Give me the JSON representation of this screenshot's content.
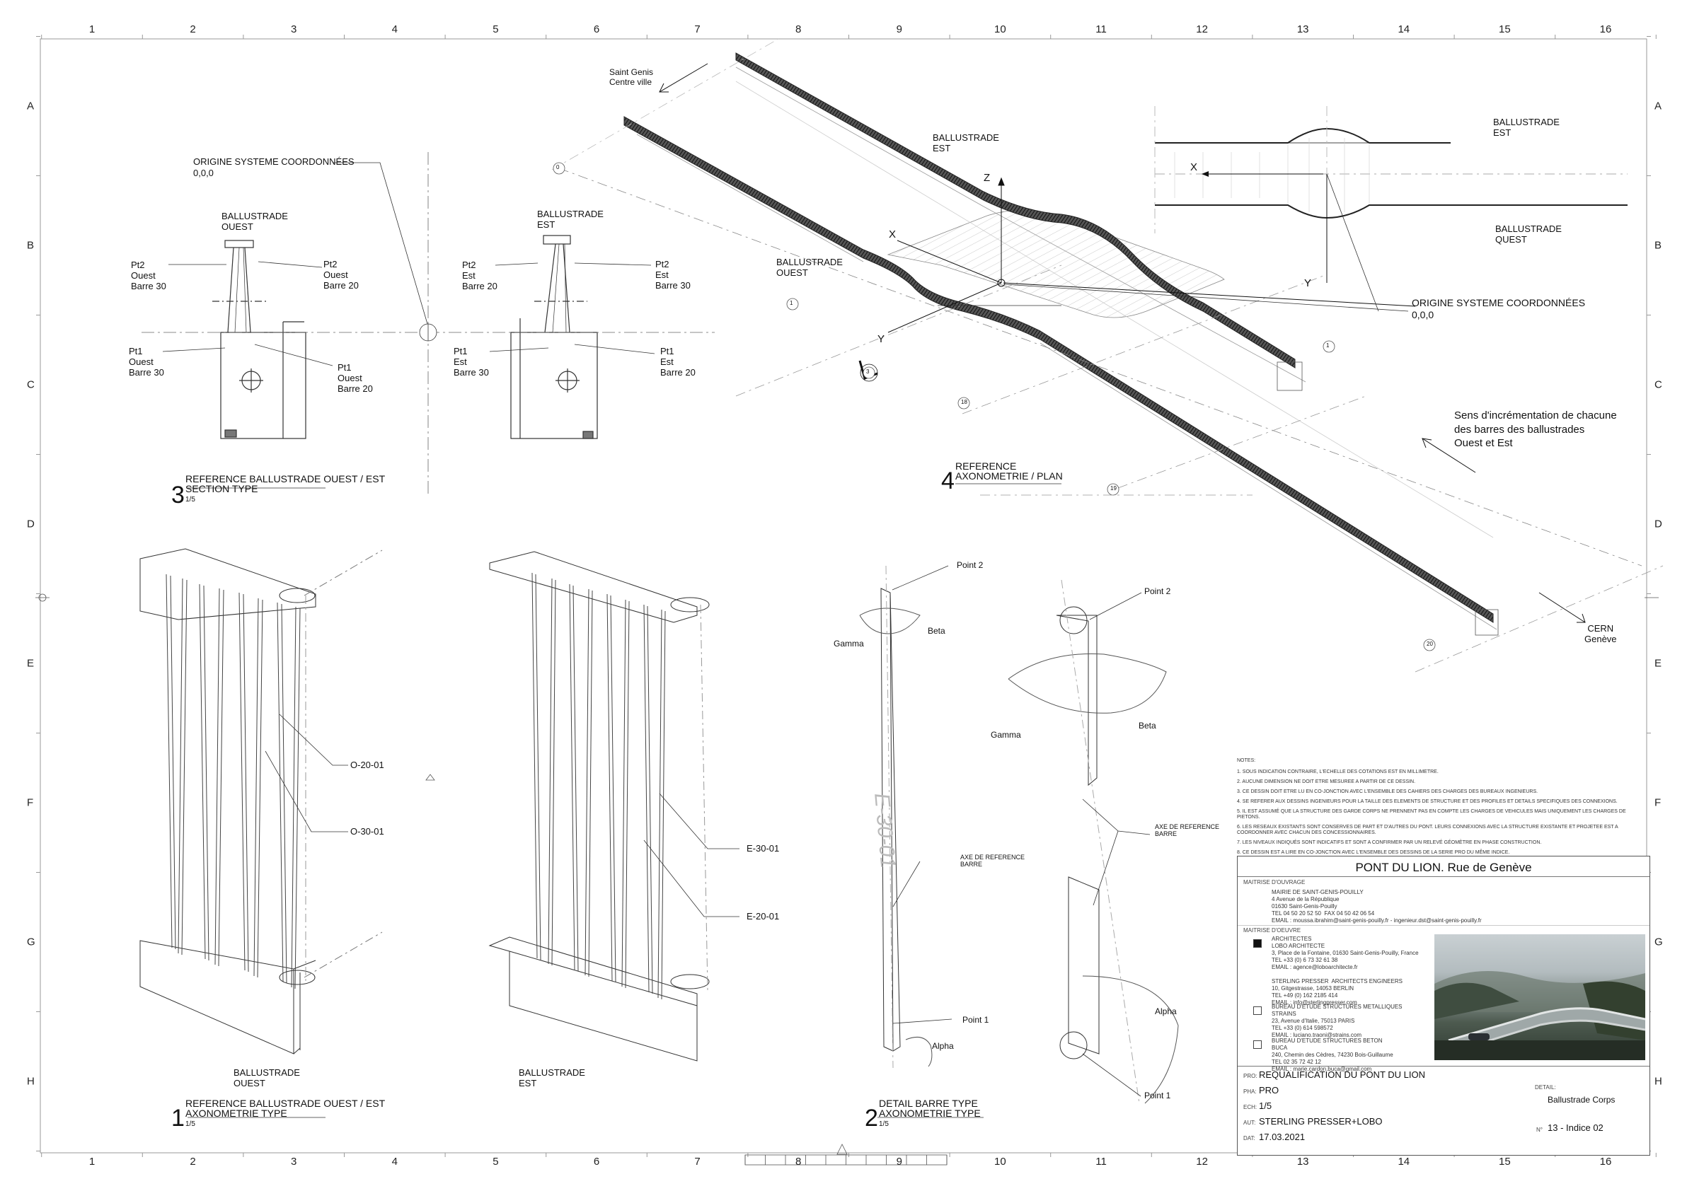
{
  "grid": {
    "columns": [
      "1",
      "2",
      "3",
      "4",
      "5",
      "6",
      "7",
      "8",
      "9",
      "10",
      "11",
      "12",
      "13",
      "14",
      "15",
      "16"
    ],
    "rows": [
      "A",
      "B",
      "C",
      "D",
      "E",
      "F",
      "G",
      "H"
    ]
  },
  "section": {
    "origin": {
      "title": "ORIGINE SYSTEME COORDONNÉES",
      "coords": "0,0,0"
    },
    "west": {
      "name": "BALLUSTRADE\nOUEST",
      "pt2_30": "Pt2\nOuest\nBarre 30",
      "pt2_20": "Pt2\nOuest\nBarre 20",
      "pt1_30": "Pt1\nOuest\nBarre 30",
      "pt1_20": "Pt1\nOuest\nBarre 20"
    },
    "east": {
      "name": "BALLUSTRADE\nEST",
      "pt2_20": "Pt2\nEst\nBarre 20",
      "pt2_30": "Pt2\nEst\nBarre 30",
      "pt1_30": "Pt1\nEst\nBarre 30",
      "pt1_20": "Pt1\nEst\nBarre 20"
    },
    "ref_num": "3",
    "ref_title_1": "REFERENCE BALLUSTRADE OUEST / EST",
    "ref_title_2": "SECTION TYPE",
    "ref_scale": "1/5"
  },
  "axo": {
    "saint_genis": "Saint Genis\nCentre ville",
    "balustrade_est": "BALLUSTRADE\nEST",
    "balustrade_ouest": "BALLUSTRADE\nOUEST",
    "z": "Z",
    "x": "X",
    "y": "Y",
    "cern": "CERN\nGenève",
    "increment": "Sens d'incrémentation de chacune\ndes barres des ballustrades\nOuest et Est",
    "origin_title": "ORIGINE SYSTEME COORDONNÉES",
    "origin_coords": "0,0,0",
    "markers": [
      "0",
      "1",
      "3",
      "18",
      "19",
      "20",
      "1"
    ],
    "ref_num": "4",
    "ref_title_1": "REFERENCE",
    "ref_title_2": "AXONOMETRIE / PLAN"
  },
  "plan": {
    "est": "BALLUSTRADE\nEST",
    "quest": "BALLUSTRADE\nQUEST",
    "x": "X",
    "y": "Y"
  },
  "axo_balustrade": {
    "ouest_labels": [
      "O-20-01",
      "O-30-01"
    ],
    "est_labels": [
      "E-30-01",
      "E-20-01"
    ],
    "ouest_name": "BALLUSTRADE\nOUEST",
    "est_name": "BALLUSTRADE\nEST",
    "ref_num": "1",
    "ref_title_1": "REFERENCE BALLUSTRADE OUEST / EST",
    "ref_title_2": "AXONOMETRIE TYPE",
    "ref_scale": "1/5"
  },
  "bar_detail": {
    "point2a": "Point 2",
    "gamma_a": "Gamma",
    "beta_a": "Beta",
    "bar_mark": "E-30-01",
    "axe_a": "AXE DE REFERENCE\nBARRE",
    "point1a": "Point 1",
    "alpha_a": "Alpha",
    "point2b": "Point 2",
    "gamma_b": "Gamma",
    "beta_b": "Beta",
    "axe_b": "AXE DE REFERENCE\nBARRE",
    "alpha_b": "Alpha",
    "point1b": "Point 1",
    "ref_num": "2",
    "ref_title_1": "DETAIL BARRE TYPE",
    "ref_title_2": "AXONOMETRIE TYPE",
    "ref_scale": "1/5"
  },
  "notes": {
    "heading": "NOTES:",
    "lines": [
      "1. SOUS INDICATION CONTRAIRE, L'ECHELLE DES COTATIONS EST EN MILLIMETRE.",
      "2. AUCUNE DIMENSION NE DOIT ETRE MESUREE A PARTIR DE CE DESSIN.",
      "3. CE DESSIN DOIT ETRE LU EN CO-JONCTION AVEC L'ENSEMBLE DES CAHIERS DES CHARGES DES BUREAUX INGENIEURS.",
      "4. SE REFERER AUX DESSINS INGENIEURS POUR LA TAILLE DES ELEMENTS DE STRUCTURE ET DES PROFILES ET DETAILS SPECIFIQUES DES CONNEXIONS.",
      "5. IL EST ASSUMÉ QUE LA STRUCTURE DES GARDE CORPS NE PRENNENT PAS EN COMPTE LES CHARGES DE VEHICULES MAIS UNIQUEMENT LES CHARGES DE PIETONS.",
      "6. LES RESEAUX EXISTANTS SONT CONSERVES DE PART ET D'AUTRES DU PONT. LEURS CONNEXIONS AVEC LA STRUCTURE EXISTANTE ET PROJETEE EST A COORDONNER AVEC CHACUN DES CONCESSIONNAIRES.",
      "7. LES NIVEAUX INDIQUÉS SONT INDICATIFS ET SONT A CONFIRMER PAR UN RELEVÉ GÉOMÈTRE EN PHASE CONSTRUCTION.",
      "8. CE DESSIN EST A LIRE EN CO-JONCTION AVEC L'ENSEMBLE DES DESSINS DE LA SERIE PRO DU MÊME INDICE."
    ]
  },
  "title_block": {
    "project_title": "PONT DU LION. Rue de Genève",
    "mo_label": "MAITRISE D'OUVRAGE",
    "mo_lines": "MAIRIE DE SAINT-GENIS-POUILLY\n4 Avenue de la République\n01630 Saint-Genis-Pouilly\nTEL 04 50 20 52 50  FAX 04 50 42 06 54\nEMAIL : moussa.ibrahim@saint-genis-pouilly.fr - ingenieur.dst@saint-genis-pouilly.fr",
    "moe_label": "MAITRISE D'OEUVRE",
    "architects": "ARCHITECTES\nLOBO ARCHITECTE\n3, Place de la Fontaine, 01630 Saint-Genis-Pouilly, France\nTEL +33 (0) 6 73 32 61 38\nEMAIL : agence@loboarchitecte.fr\n\nSTERLING PRESSER  ARCHITECTS ENGINEERS\n10, Gitgestrasse, 14053 BERLIN\nTEL +49 (0) 162 2185 414\nEMAIL : info@sterlingpresser.com",
    "metal": "BUREAU D'ETUDE STRUCTURES METALLIQUES\nSTRAINS\n23, Avenue d'Italie, 75013 PARIS\nTEL +33 (0) 614 598572\nEMAIL : luciano.traoni@strains.com",
    "beton": "BUREAU D'ETUDE STRUCTURES BETON\nBUCA\n240, Chemin des Cèdres, 74230 Bois-Guillaume\nTEL 02 35 72 42 12\nEMAIL : marie.cardon.buca@gmail.com",
    "pro_k": "PRO:",
    "pro_v": "REQUALIFICATION DU PONT DU LION",
    "pha_k": "PHA:",
    "pha_v": "PRO",
    "ech_k": "ECH:",
    "ech_v": "1/5",
    "aut_k": "AUT:",
    "aut_v": "STERLING PRESSER+LOBO",
    "dat_k": "DAT:",
    "dat_v": "17.03.2021",
    "detail_k": "DETAIL:",
    "detail_v": "Ballustrade Corps",
    "no_k": "N°",
    "no_v": "13 - Indice 02"
  },
  "colors": {
    "line": "#222222",
    "ink": "#111111",
    "grey": "#888888"
  }
}
